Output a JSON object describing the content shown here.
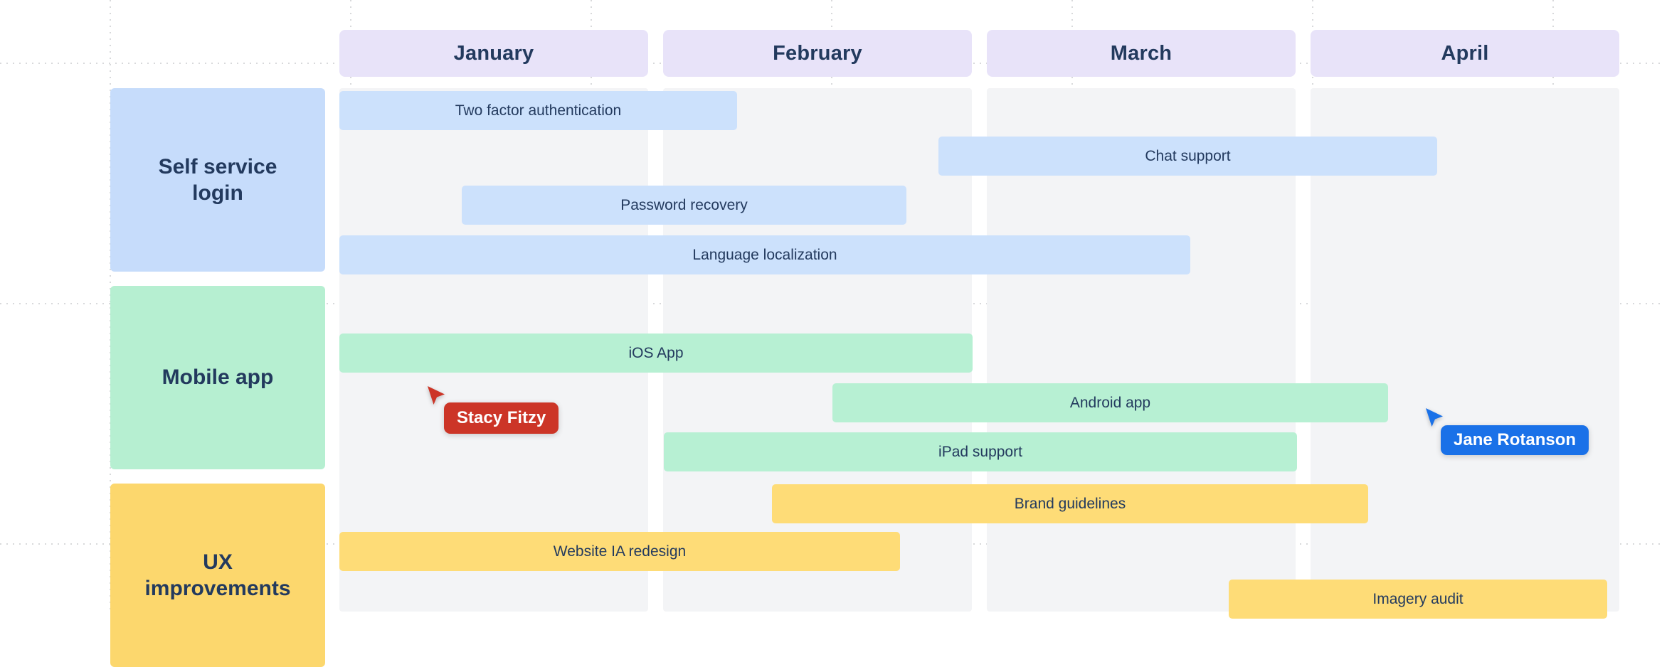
{
  "months": [
    {
      "label": "January"
    },
    {
      "label": "February"
    },
    {
      "label": "March"
    },
    {
      "label": "April"
    }
  ],
  "rows": [
    {
      "label": "Self service login",
      "color": "#c6dcfb",
      "tasks": [
        {
          "label": "Two factor authentication"
        },
        {
          "label": "Chat support"
        },
        {
          "label": "Password recovery"
        },
        {
          "label": "Language localization"
        }
      ]
    },
    {
      "label": "Mobile app",
      "color": "#b6efd1",
      "tasks": [
        {
          "label": "iOS App"
        },
        {
          "label": "Android app"
        },
        {
          "label": "iPad support"
        }
      ]
    },
    {
      "label": "UX improvements",
      "color": "#fcd76d",
      "tasks": [
        {
          "label": "Brand guidelines"
        },
        {
          "label": "Website IA redesign"
        },
        {
          "label": "Imagery audit"
        }
      ]
    }
  ],
  "cursors": [
    {
      "name": "Stacy Fitzy",
      "color": "#cc3527"
    },
    {
      "name": "Jane Rotanson",
      "color": "#1a71e8"
    }
  ],
  "colors": {
    "canvas_bg": "#ffffff",
    "grid_dot": "#d8d9db",
    "month_header_bg": "#e8e3f9",
    "column_bg": "#f3f4f6",
    "category_blue": "#c6dcfb",
    "category_green": "#b6efd1",
    "category_yellow": "#fcd76d",
    "task_blue": "#cce1fc",
    "task_green": "#b7f0d3",
    "task_yellow": "#fedc77",
    "text_dark": "#233a5e",
    "cursor_red": "#cc3527",
    "cursor_blue": "#1a71e8"
  }
}
